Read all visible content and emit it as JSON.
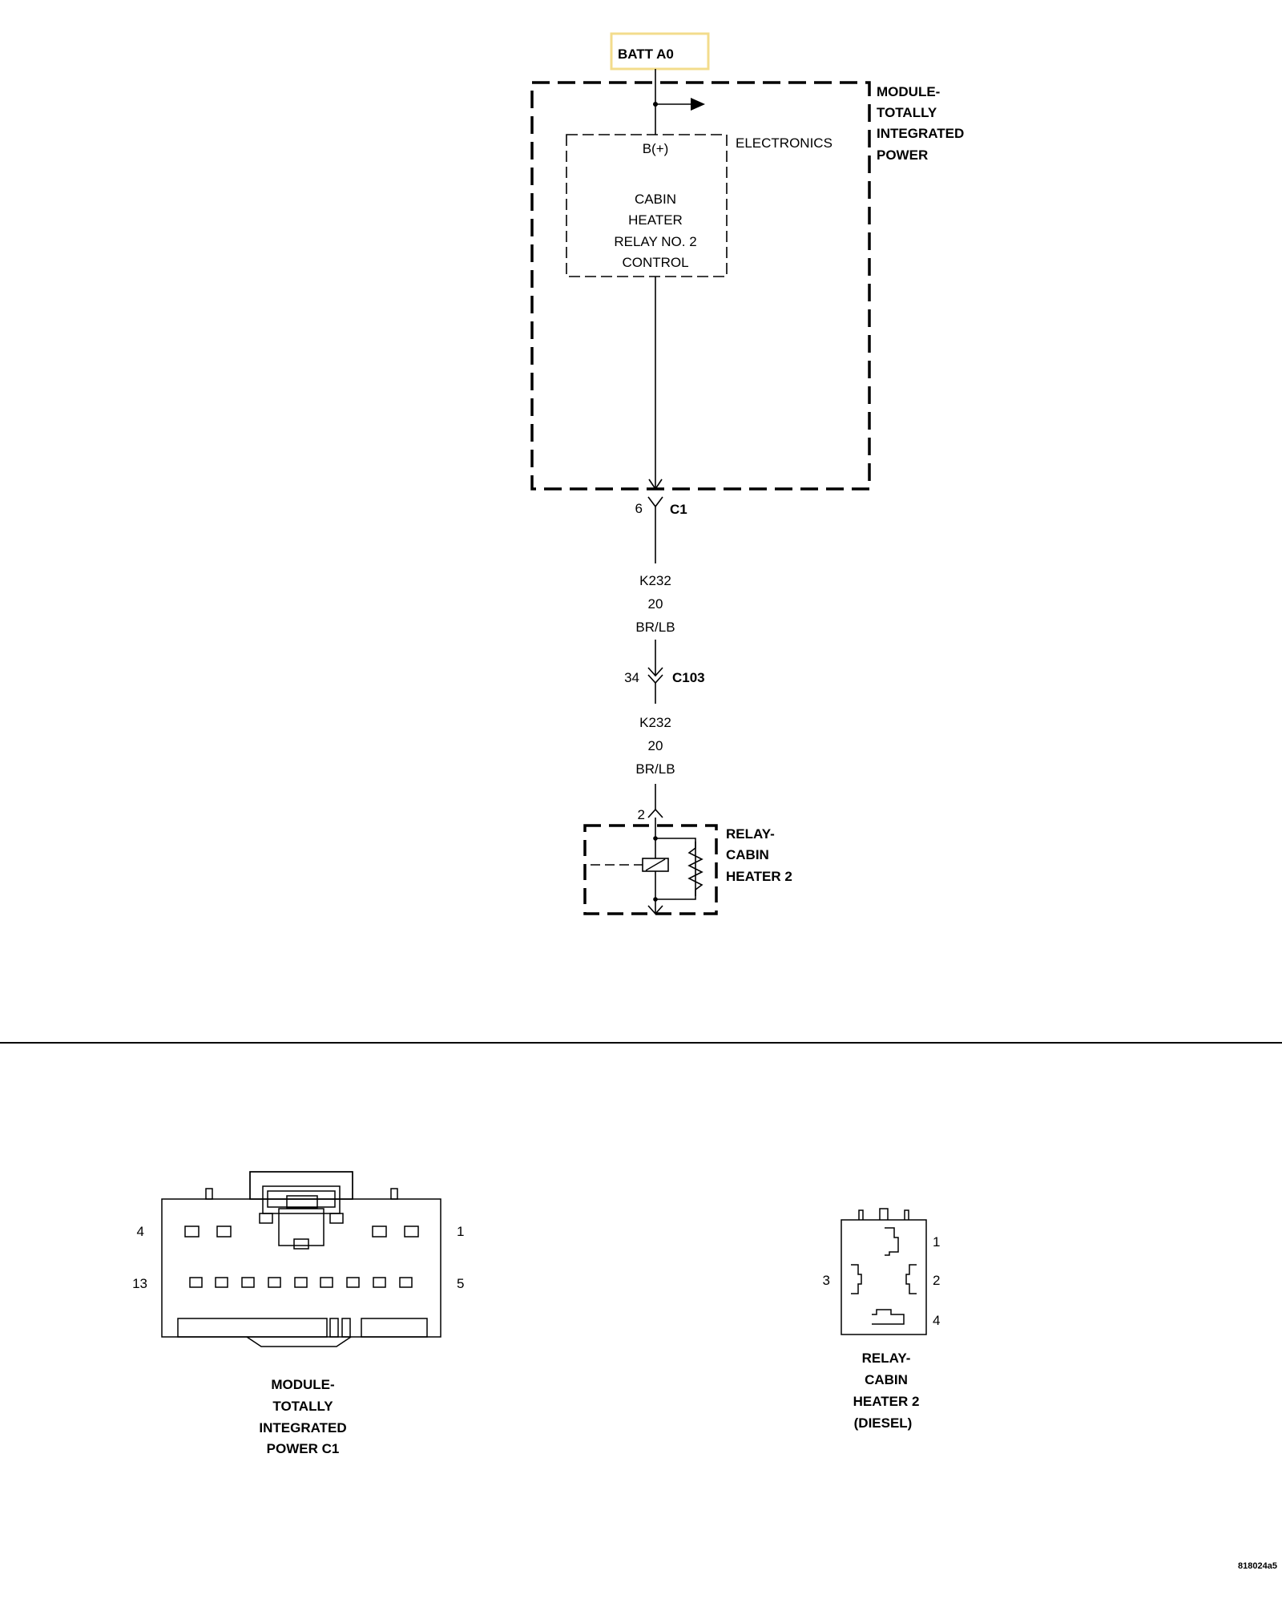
{
  "schematic": {
    "batt_label": "BATT A0",
    "module_label_lines": [
      "MODULE-",
      "TOTALLY",
      "INTEGRATED",
      "POWER"
    ],
    "electronics_label": "ELECTRONICS",
    "bplus_label": "B(+)",
    "control_label_lines": [
      "CABIN",
      "HEATER",
      "RELAY NO. 2",
      "CONTROL"
    ],
    "connector_c1": {
      "pin": "6",
      "name": "C1"
    },
    "wire_upper": {
      "circuit": "K232",
      "gauge": "20",
      "color": "BR/LB"
    },
    "connector_c103": {
      "pin": "34",
      "name": "C103"
    },
    "wire_lower": {
      "circuit": "K232",
      "gauge": "20",
      "color": "BR/LB"
    },
    "relay_pin": "2",
    "relay_label_lines": [
      "RELAY-",
      "CABIN",
      "HEATER 2"
    ]
  },
  "connector_views": {
    "module_c1": {
      "pins": {
        "top_left": "4",
        "top_right": "1",
        "bottom_left": "13",
        "bottom_right": "5"
      },
      "label_lines": [
        "MODULE-",
        "TOTALLY",
        "INTEGRATED",
        "POWER C1"
      ]
    },
    "relay": {
      "pins": {
        "p1": "1",
        "p2": "2",
        "p3": "3",
        "p4": "4"
      },
      "label_lines": [
        "RELAY-",
        "CABIN",
        "HEATER 2",
        "(DIESEL)"
      ]
    }
  },
  "figure_id": "818024a5",
  "colors": {
    "highlight": "#f3dc8c",
    "line": "#000000"
  }
}
